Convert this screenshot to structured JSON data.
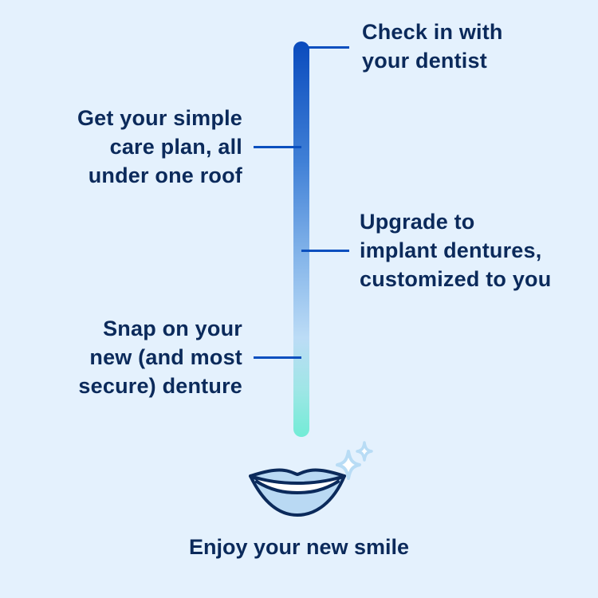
{
  "steps": [
    {
      "text": "Check in with\nyour dentist",
      "side": "right"
    },
    {
      "text": "Get your simple\ncare plan, all\nunder one roof",
      "side": "left"
    },
    {
      "text": "Upgrade to\nimplant dentures,\ncustomized to you",
      "side": "right"
    },
    {
      "text": "Snap on your\nnew (and most\nsecure) denture",
      "side": "left"
    }
  ],
  "final": {
    "text": "Enjoy your new smile",
    "icon": "smile-lips-icon",
    "accent_icon": "sparkle-icon"
  },
  "colors": {
    "background": "#e4f1fd",
    "text": "#0b2a5b",
    "connector": "#0a4fbf",
    "bar_top": "#0a4bbd",
    "bar_bottom": "#72ecd6"
  }
}
